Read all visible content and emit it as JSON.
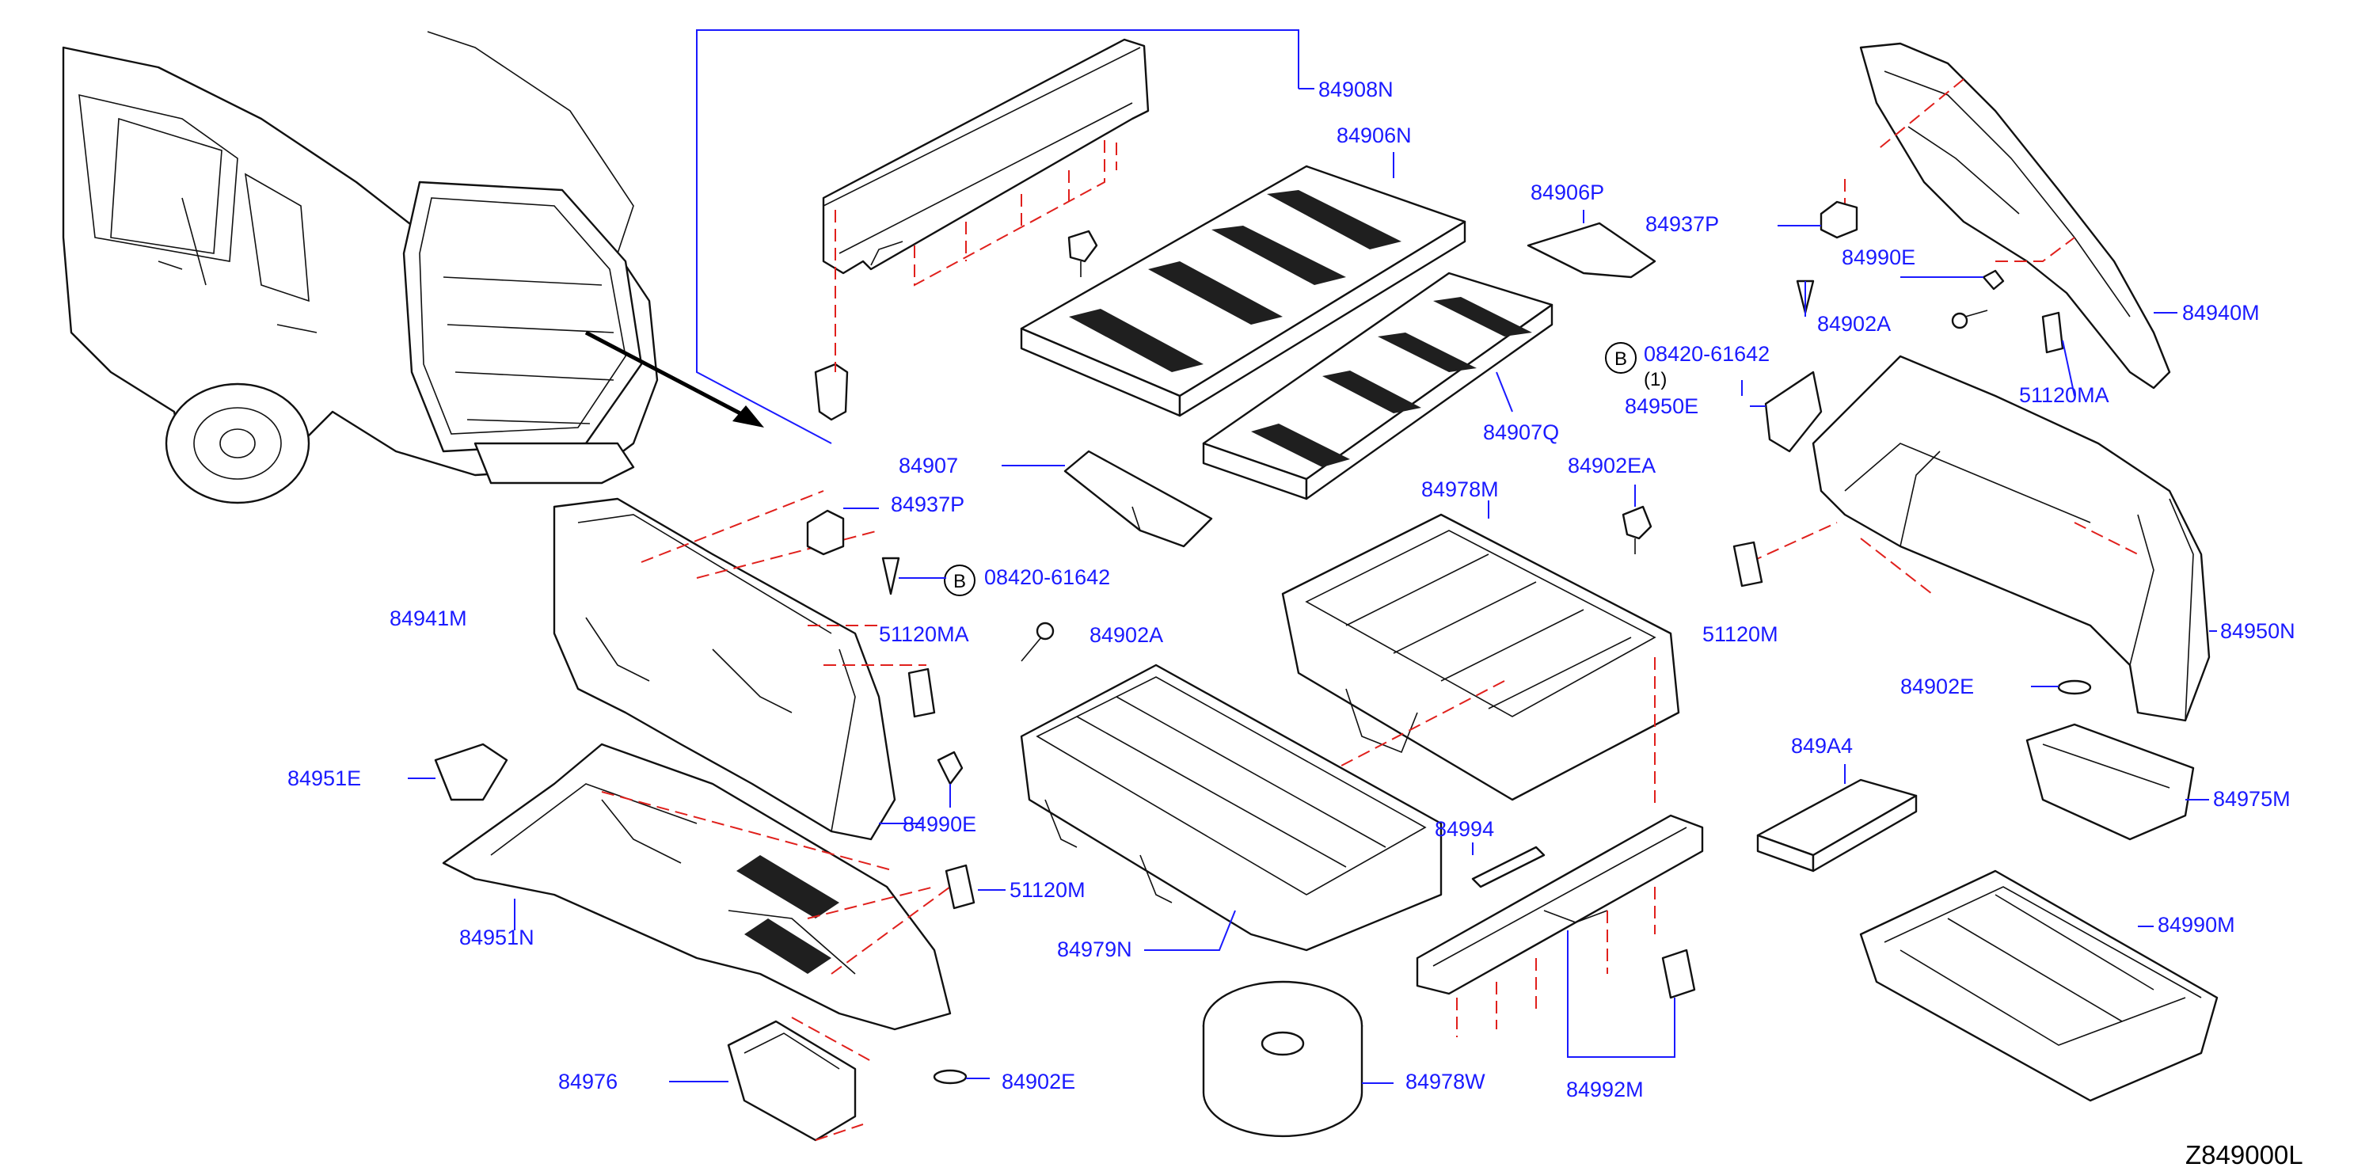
{
  "labels": {
    "l84908N": "84908N",
    "l84906N": "84906N",
    "l84906P": "84906P",
    "l84937P_top": "84937P",
    "l84990E_top": "84990E",
    "l84902A_top": "84902A",
    "l84940M": "84940M",
    "l51120MA_top": "51120MA",
    "lB_code_top": "08420-61642",
    "lB_qty_top": "(1)",
    "l84950E": "84950E",
    "l84907Q": "84907Q",
    "l84907": "84907",
    "l84937P_mid": "84937P",
    "lB_code_mid": "08420-61642",
    "l84941M": "84941M",
    "l51120MA_mid": "51120MA",
    "l84902A_mid": "84902A",
    "l84978M": "84978M",
    "l84902EA": "84902EA",
    "l51120M_mid": "51120M",
    "l84950N": "84950N",
    "l84902E_right": "84902E",
    "l849A4": "849A4",
    "l84975M": "84975M",
    "l84951E": "84951E",
    "l84990E_mid": "84990E",
    "l84994": "84994",
    "l84951N": "84951N",
    "l51120M_low": "51120M",
    "l84979N": "84979N",
    "l84990M": "84990M",
    "l84976": "84976",
    "l84902E_low": "84902E",
    "l84978W": "84978W",
    "l84992M": "84992M"
  },
  "bolt_marker": "B",
  "diagram_code": "Z849000L",
  "colors": {
    "label": "#1a1aff",
    "leader": "#1a1aff",
    "dashed_link": "#e0201c",
    "part_outline": "#111111"
  }
}
